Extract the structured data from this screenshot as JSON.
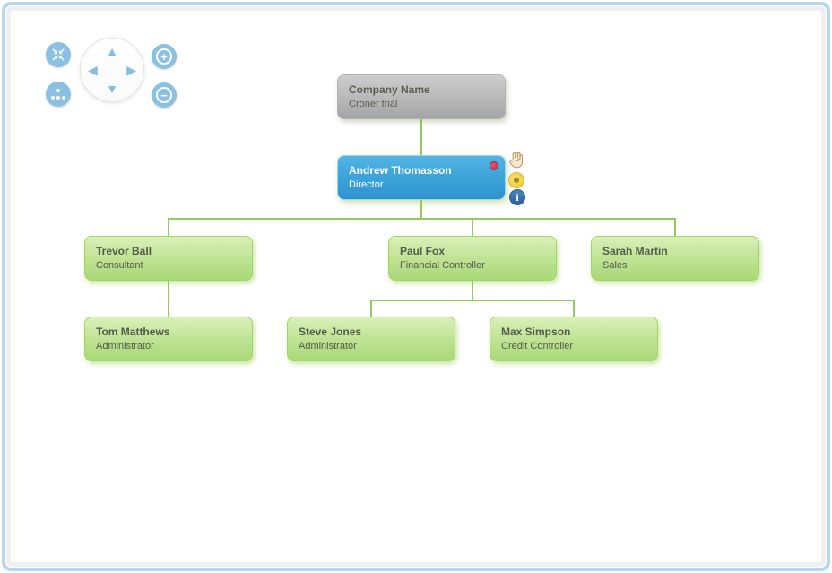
{
  "controls": {
    "zoom_in_label": "+",
    "zoom_out_label": "−",
    "pan_up": "▲",
    "pan_down": "▼",
    "pan_left": "◀",
    "pan_right": "▶"
  },
  "icons": {
    "collapse": "collapse-to-center-icon",
    "layout": "org-layout-dots-icon",
    "hand": "hand-cursor-icon",
    "record": "yellow-dot-icon",
    "info_glyph": "i"
  },
  "colors": {
    "panel_border": "#b5d8ec",
    "control_blue": "#8ac0e2",
    "connector_green": "#94c95e",
    "node_green_top": "#daf0ba",
    "node_green_bottom": "#a9d977",
    "node_blue": "#3aa1d9",
    "node_gray": "#b8b8b8",
    "selected_dot_red": "#c22a4a"
  },
  "nodes": [
    {
      "name": "Company Name",
      "role": "Croner trial",
      "type": "company"
    },
    {
      "name": "Andrew Thomasson",
      "role": "Director",
      "type": "selected"
    },
    {
      "name": "Trevor Ball",
      "role": "Consultant",
      "type": "employee"
    },
    {
      "name": "Paul Fox",
      "role": "Financial Controller",
      "type": "employee"
    },
    {
      "name": "Sarah Martin",
      "role": "Sales",
      "type": "employee"
    },
    {
      "name": "Tom Matthews",
      "role": "Administrator",
      "type": "employee"
    },
    {
      "name": "Steve Jones",
      "role": "Administrator",
      "type": "employee"
    },
    {
      "name": "Max Simpson",
      "role": "Credit Controller",
      "type": "employee"
    }
  ]
}
